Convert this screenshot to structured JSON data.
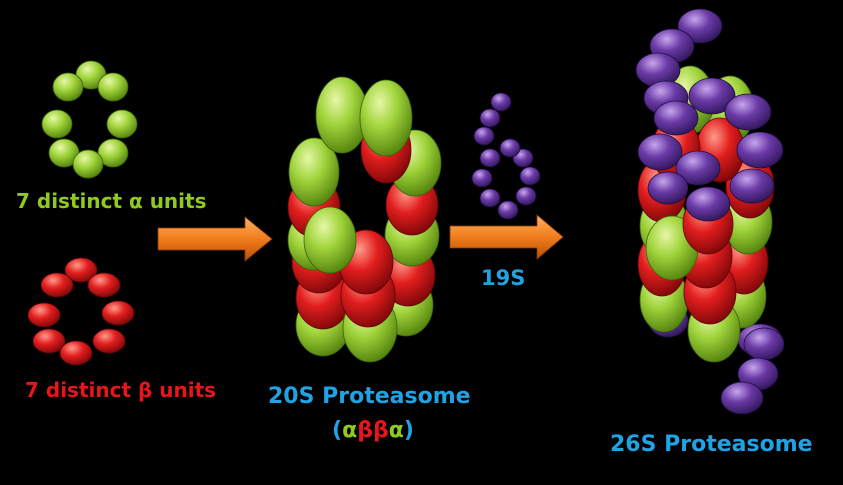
{
  "labels": {
    "alpha_units": "7 distinct α units",
    "beta_units": "7 distinct β units",
    "regulator": "19S",
    "core_title": "20S Proteasome",
    "core_formula": {
      "open": "(",
      "a1": "α",
      "b1": "β",
      "b2": "β",
      "a2": "α",
      "close": ")"
    },
    "full_title": "26S Proteasome"
  },
  "colors": {
    "alpha": "#8fca1e",
    "beta": "#e8151b",
    "regulatory": "#5a2e96",
    "arrow": "#f07c1c",
    "label_blue": "#1fa3e3",
    "background": "#000000"
  },
  "icons": [
    "alpha-ring",
    "beta-ring",
    "arrow",
    "core-particle-20s",
    "regulatory-chain-19s",
    "proteasome-26s"
  ]
}
